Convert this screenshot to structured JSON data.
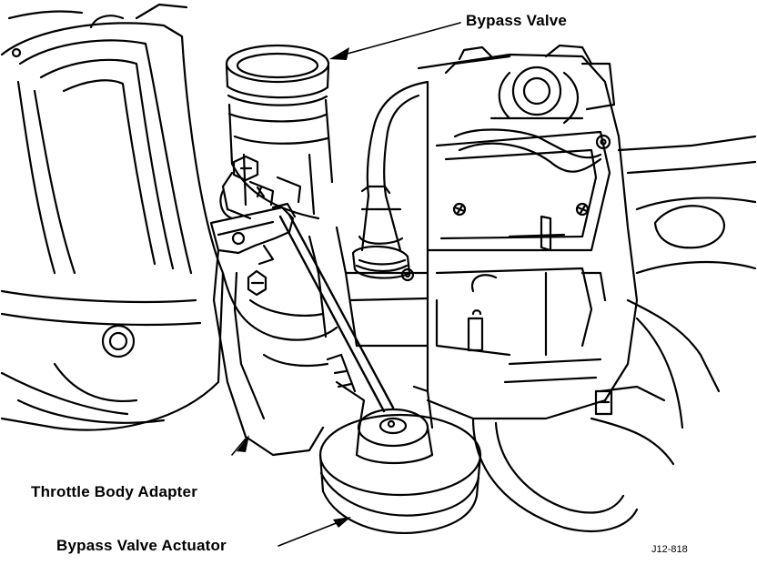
{
  "labels": {
    "bypass_valve": "Bypass Valve",
    "throttle_body_adapter": "Throttle Body Adapter",
    "bypass_valve_actuator": "Bypass Valve Actuator"
  },
  "figure_id": "J12-818",
  "colors": {
    "ink": "#000000",
    "paper": "#ffffff"
  }
}
